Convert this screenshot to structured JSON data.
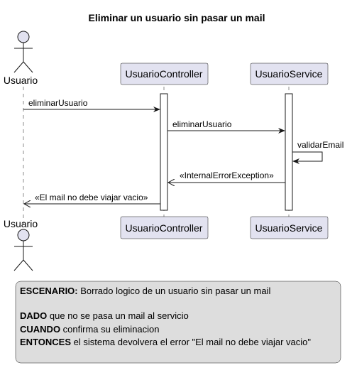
{
  "title": "Eliminar un usuario sin pasar un mail",
  "participants": {
    "actor": {
      "label": "Usuario"
    },
    "controller": {
      "label": "UsuarioController"
    },
    "service": {
      "label": "UsuarioService"
    }
  },
  "messages": [
    {
      "from": "actor",
      "to": "controller",
      "label": "eliminarUsuario",
      "kind": "sync"
    },
    {
      "from": "controller",
      "to": "service",
      "label": "eliminarUsuario",
      "kind": "sync"
    },
    {
      "from": "service",
      "to": "service",
      "label": "validarEmail",
      "kind": "self"
    },
    {
      "from": "service",
      "to": "controller",
      "label": "«InternalErrorException»",
      "kind": "return"
    },
    {
      "from": "controller",
      "to": "actor",
      "label": "«El mail no debe viajar vacio»",
      "kind": "return"
    }
  ],
  "note": {
    "scenario_key": "ESCENARIO:",
    "scenario_text": " Borrado logico de un usuario sin pasar un mail",
    "given_key": "DADO",
    "given_text": " que no se pasa un mail al servicio",
    "when_key": "CUANDO",
    "when_text": " confirma su eliminacion",
    "then_key": "ENTONCES",
    "then_text": " el sistema devolvera el error \"El mail no debe viajar vacio\""
  },
  "colors": {
    "participant_fill": "#E2E2F0",
    "participant_border": "#181818",
    "note_fill": "#DDDDDD",
    "line": "#181818",
    "lifeline": "#181818"
  }
}
